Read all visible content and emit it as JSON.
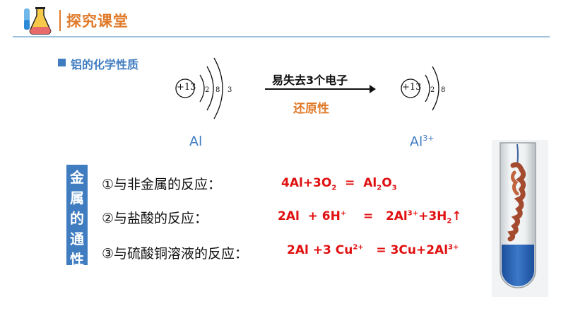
{
  "header": {
    "title": "探究课堂",
    "icon": "lab-flask-icon"
  },
  "section": {
    "title": "铝的化学性质"
  },
  "atom_left": {
    "nucleus": "+13",
    "electrons": [
      "2",
      "8",
      "3"
    ],
    "symbol": "Al"
  },
  "atom_right": {
    "nucleus": "+13",
    "electrons": [
      "2",
      "8"
    ],
    "symbol_base": "Al",
    "symbol_charge": "3+"
  },
  "arrow": {
    "top": "易失去3个电子",
    "bottom": "还原性"
  },
  "side_box": {
    "chars": [
      "金",
      "属",
      "的",
      "通",
      "性"
    ]
  },
  "reactions": [
    {
      "label": "①与非金属的反应："
    },
    {
      "label": "②与盐酸的反应："
    },
    {
      "label": "③与硫酸铜溶液的反应："
    }
  ],
  "colors": {
    "accent_orange": "#e07a2a",
    "accent_blue": "#3f7cc0",
    "equation_red": "#e01010",
    "rule_blue": "#9ec3df"
  }
}
